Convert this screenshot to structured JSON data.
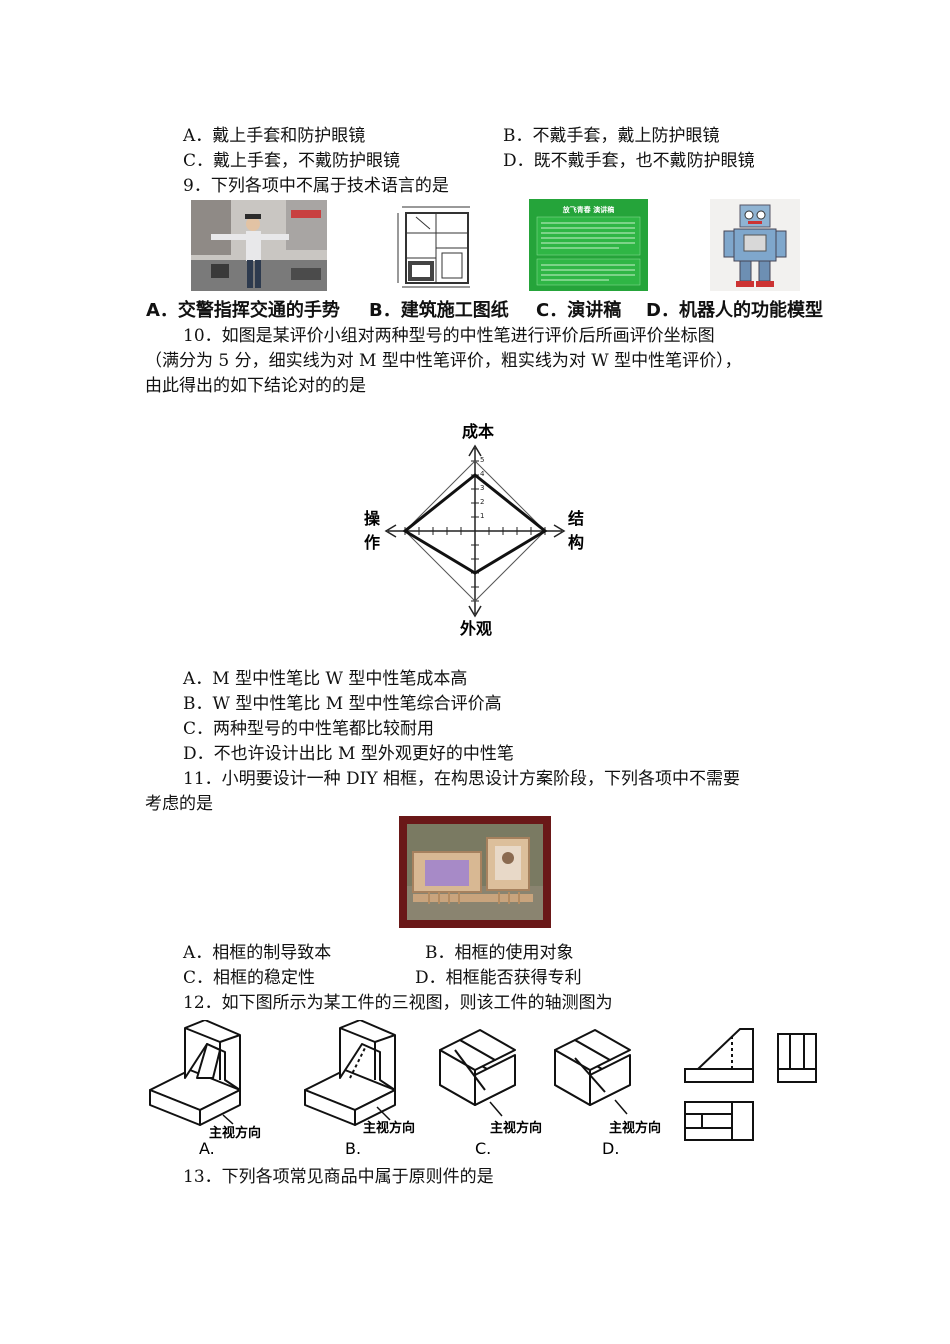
{
  "q8": {
    "optA": "A．戴上手套和防护眼镜",
    "optB": "B．不戴手套，戴上防护眼镜",
    "optC": "C．戴上手套，不戴防护眼镜",
    "optD": "D．既不戴手套，也不戴防护眼镜"
  },
  "q9": {
    "stem": "9．下列各项中不属于技术语言的是",
    "labels": [
      "A．交警指挥交通的手势",
      "B．建筑施工图纸",
      "C．演讲稿",
      "D．机器人的功能模型"
    ],
    "slide_title": "放飞青春 演讲稿"
  },
  "q10": {
    "stem1": "10．如图是某评价小组对两种型号的中性笔进行评价后所画评价坐标图",
    "stem2": "（满分为 5 分，细实线为对 M 型中性笔评价，粗实线为对 W 型中性笔评价），",
    "stem3": "由此得出的如下结论对的的是",
    "axis_top": "成本",
    "axis_bottom": "外观",
    "axis_left_1": "操",
    "axis_left_2": "作",
    "axis_right_1": "结",
    "axis_right_2": "构",
    "ticks": [
      "1",
      "2",
      "3",
      "4",
      "5"
    ],
    "M_scores": {
      "成本": 5,
      "结构": 5,
      "外观": 5,
      "操作": 5
    },
    "W_scores": {
      "成本": 4,
      "结构": 5,
      "外观": 3,
      "操作": 5
    },
    "optA": "A．M 型中性笔比 W 型中性笔成本高",
    "optB": "B．W 型中性笔比 M 型中性笔综合评价高",
    "optC": "C．两种型号的中性笔都比较耐用",
    "optD": "D．不也许设计出比 M 型外观更好的中性笔"
  },
  "q11": {
    "stem1": "11．小明要设计一种 DIY 相框，在构思设计方案阶段，下列各项中不需要",
    "stem2": "考虑的是",
    "optA": "A．相框的制导致本",
    "optB": "B．相框的使用对象",
    "optC": "C．相框的稳定性",
    "optD": "D．相框能否获得专利"
  },
  "q12": {
    "stem": "12．如下图所示为某工件的三视图，则该工件的轴测图为",
    "direction_label": "主视方向",
    "options": [
      "A.",
      "B.",
      "C.",
      "D."
    ]
  },
  "q13": {
    "stem": "13．下列各项常见商品中属于原则件的是"
  }
}
